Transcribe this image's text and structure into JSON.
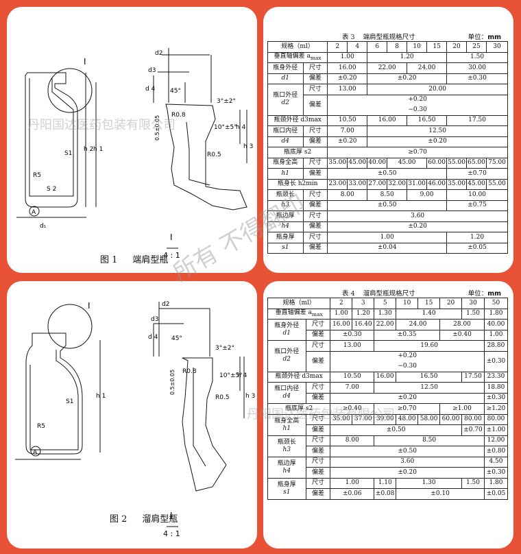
{
  "figure1": {
    "num": "图 1",
    "title": "端肩型瓶"
  },
  "figure2": {
    "num": "图 2",
    "title": "溜肩型瓶"
  },
  "drawing_labels": {
    "detail": "I",
    "d1": "d₁",
    "d2": "d2",
    "d3": "d3",
    "d4": "d 4",
    "h1": "h 1",
    "h2": "h 2",
    "h3": "h 3",
    "h4": "h 4",
    "s1": "S1",
    "s2": "S 2",
    "r5": "R5",
    "ref": "A",
    "scale": "4 : 1",
    "r08": "R0.8",
    "r05": "R0.5",
    "a45": "45°",
    "a312": "3°±2°",
    "a1005": "10°±5°",
    "w05": "0.5±0.05"
  },
  "table3": {
    "label": "表 3",
    "title": "端肩型瓶规格尺寸",
    "unit_label": "单位：",
    "unit": "mm",
    "header": [
      "规格（ml）",
      "2",
      "4",
      "6",
      "8",
      "10",
      "15",
      "20",
      "25",
      "30"
    ],
    "r_perp": "垂直轴偏差 a",
    "v_perp": [
      "1.00",
      "1.20",
      "1.50"
    ],
    "g_outer": "瓶身外径",
    "g_outer_sym": "d1",
    "g_mouth": "瓶口外径",
    "g_mouth_sym": "d2",
    "r_neck_od": "瓶颈外径 d3max",
    "g_inner": "瓶口内径",
    "g_inner_sym": "d4",
    "r_bottom": "瓶底厚 s2",
    "v_bottom": "≥0.70",
    "g_height": "瓶身全高",
    "g_height_sym": "h1",
    "r_body_len": "瓶身长 h2min",
    "g_neck_len": "瓶颈长",
    "g_neck_len_sym": "h3",
    "g_rim": "瓶边厚",
    "g_rim_sym": "h4",
    "g_wall": "瓶身厚",
    "g_wall_sym": "s1",
    "size": "尺寸",
    "tol": "偏差",
    "v_outer": [
      "16.00",
      "22.00",
      "24.00",
      "30.00"
    ],
    "t_outer": [
      "±0.20",
      "±0.20",
      "±0.30"
    ],
    "v_mouth": [
      "13.00",
      "20.00"
    ],
    "t_mouth": [
      "+0.20",
      "−0.30"
    ],
    "v_neck_od": [
      "10.50",
      "16.00",
      "16.50",
      "17.50"
    ],
    "v_inner": [
      "7.00",
      "12.50"
    ],
    "t_inner": [
      "±0.20",
      "±0.20"
    ],
    "v_height": [
      "35.00",
      "45.00",
      "40.00",
      "45.00",
      "60.00",
      "55.00",
      "65.00",
      "75.00"
    ],
    "t_height": [
      "±0.50",
      "±0.70"
    ],
    "v_body_len": [
      "23.00",
      "33.00",
      "27.00",
      "32.00",
      "31.00",
      "46.00",
      "35.00",
      "45.00",
      "55.00"
    ],
    "v_neck_len": [
      "8.00",
      "8.50",
      "9.00",
      "10.00"
    ],
    "t_neck_len": [
      "±0.50",
      "±0.75"
    ],
    "v_rim": "3.60",
    "t_rim": "±0.20",
    "v_wall": [
      "1.00",
      "1.20"
    ],
    "t_wall": [
      "±0.04",
      "±0.05"
    ]
  },
  "table4": {
    "label": "表 4",
    "title": "溜肩型瓶规格尺寸",
    "unit_label": "单位：",
    "unit": "mm",
    "header": [
      "规格（ml）",
      "2",
      "3",
      "5",
      "10",
      "15",
      "20",
      "30",
      "50"
    ],
    "r_perp": "垂直轴偏差 a",
    "v_perp": [
      "1.00",
      "1.20",
      "1.30",
      "1.40",
      "1.50",
      "1.80"
    ],
    "g_outer": "瓶身外径",
    "g_outer_sym": "d1",
    "g_mouth": "瓶口外径",
    "g_mouth_sym": "d2",
    "r_neck_od": "瓶颈外径 d3max",
    "g_inner": "瓶口内径",
    "g_inner_sym": "d4",
    "r_bottom": "瓶底厚 s2",
    "g_height": "瓶身全高",
    "g_height_sym": "h1",
    "g_neck_len": "瓶颈长",
    "g_neck_len_sym": "h3",
    "g_rim": "瓶边厚",
    "g_rim_sym": "h4",
    "g_wall": "瓶身厚",
    "g_wall_sym": "s1",
    "size": "尺寸",
    "tol": "偏差",
    "v_outer": [
      "16.00",
      "16.40",
      "22.00",
      "24.00",
      "28.00",
      "40.00"
    ],
    "t_outer": [
      "±0.30",
      "±0.35",
      "±0.40",
      "1.00"
    ],
    "v_mouth": [
      "13.00",
      "19.60",
      "28.80"
    ],
    "t_mouth": [
      "+0.20",
      "−0.30",
      "±0.30"
    ],
    "v_neck_od": [
      "10.50",
      "16.00",
      "16.50",
      "17.50",
      "23.30"
    ],
    "v_inner": [
      "7.00",
      "12.50",
      "18.80"
    ],
    "t_inner": [
      "±0.20",
      "±0.30"
    ],
    "v_bottom": [
      "≥0.40",
      "≥0.70",
      "≥1.00",
      "≥1.20"
    ],
    "v_height": [
      "35.00",
      "37.00",
      "39.00",
      "48.00",
      "58.00",
      "60.00",
      "80.00",
      "80.00"
    ],
    "t_height": [
      "±0.50",
      "±0.70",
      "±1.00"
    ],
    "v_neck_len": [
      "8.00",
      "8.50",
      "12.00"
    ],
    "t_neck_len": [
      "±0.50",
      "±0.80"
    ],
    "v_rim": [
      "3.60",
      "4.50"
    ],
    "t_rim": [
      "±0.20",
      "±0.30"
    ],
    "v_wall": [
      "1.00",
      "1.10",
      "1.30",
      "1.50",
      "1.80"
    ],
    "t_wall": [
      "±0.06",
      "±0.08",
      "±0.10",
      "±0.05"
    ]
  },
  "watermark": {
    "company": "丹阳国达医药包装有限公司",
    "notice": "所有 不得翻印"
  }
}
